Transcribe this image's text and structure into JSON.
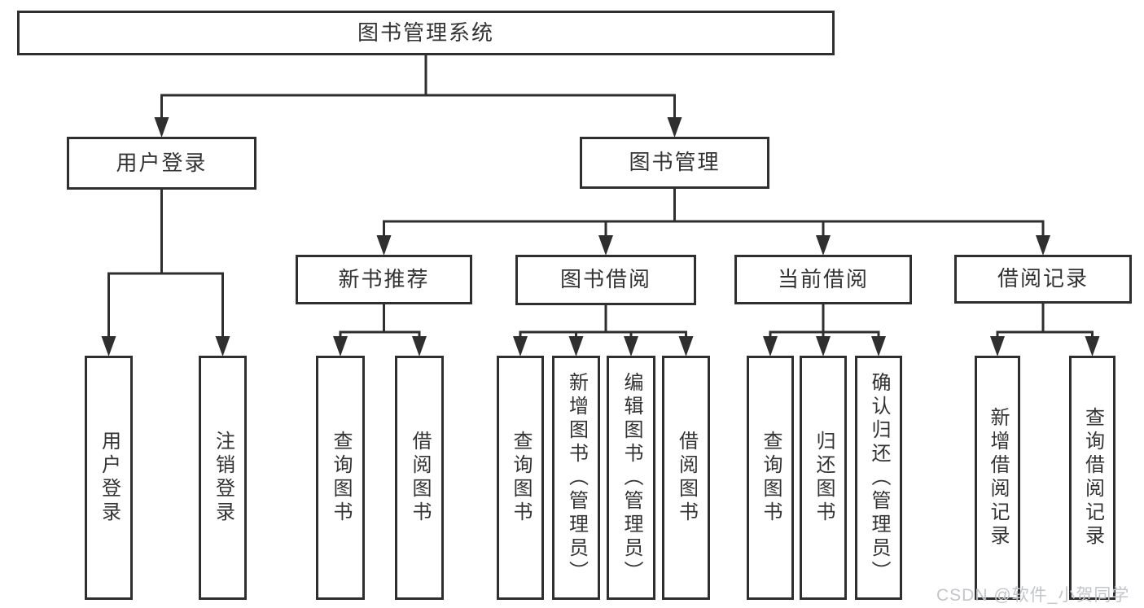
{
  "diagram": {
    "watermark": "CSDN @软件_小贺同学",
    "colors": {
      "line": "#2f2f2f",
      "box_fill": "#ffffff",
      "text": "#333333",
      "watermark": "#c3c5c9",
      "background": "#ffffff"
    },
    "tree": {
      "id": "library-system",
      "label": "图书管理系统",
      "children": [
        {
          "id": "user-login",
          "label": "用户登录",
          "children": [
            {
              "id": "login-op",
              "label": "用户登录"
            },
            {
              "id": "logout-op",
              "label": "注销登录"
            }
          ]
        },
        {
          "id": "book-management",
          "label": "图书管理",
          "children": [
            {
              "id": "new-book-recommend",
              "label": "新书推荐",
              "children": [
                {
                  "id": "query-books-recommend",
                  "label": "查询图书"
                },
                {
                  "id": "borrow-books-recommend",
                  "label": "借阅图书"
                }
              ]
            },
            {
              "id": "book-borrowing",
              "label": "图书借阅",
              "children": [
                {
                  "id": "query-books-borrowing",
                  "label": "查询图书"
                },
                {
                  "id": "add-books-admin",
                  "label": "新增图书（管理员）"
                },
                {
                  "id": "edit-books-admin",
                  "label": "编辑图书（管理员）"
                },
                {
                  "id": "borrow-books-op",
                  "label": "借阅图书"
                }
              ]
            },
            {
              "id": "current-borrowing",
              "label": "当前借阅",
              "children": [
                {
                  "id": "query-books-current",
                  "label": "查询图书"
                },
                {
                  "id": "return-books",
                  "label": "归还图书"
                },
                {
                  "id": "confirm-return-admin",
                  "label": "确认归还（管理员）"
                }
              ]
            },
            {
              "id": "borrow-records",
              "label": "借阅记录",
              "children": [
                {
                  "id": "add-borrow-record",
                  "label": "新增借阅记录"
                },
                {
                  "id": "query-borrow-record",
                  "label": "查询借阅记录"
                }
              ]
            }
          ]
        }
      ]
    }
  }
}
